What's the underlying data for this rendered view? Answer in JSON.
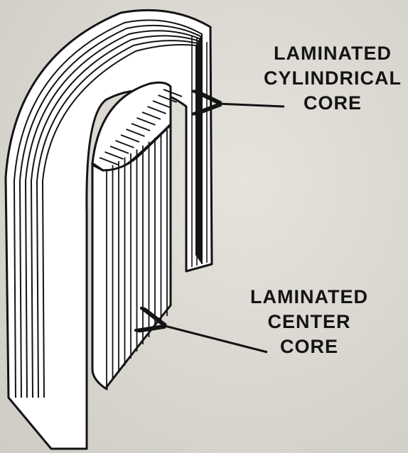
{
  "labels": {
    "cylindrical_core": [
      "LAMINATED",
      "CYLINDRICAL",
      "CORE"
    ],
    "center_core": [
      "LAMINATED",
      "CENTER",
      "CORE"
    ]
  },
  "colors": {
    "ink": "#141414",
    "paper": "#d9d6d0",
    "fill": "#ffffff"
  }
}
